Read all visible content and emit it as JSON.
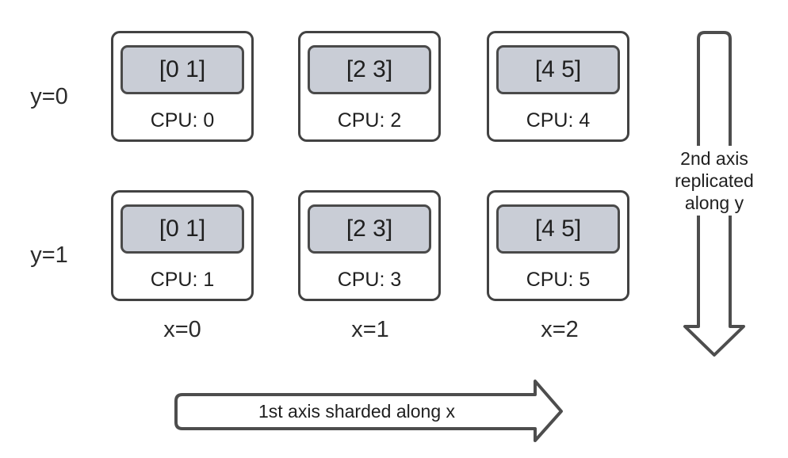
{
  "diagram": {
    "grid": {
      "row_labels": [
        "y=0",
        "y=1"
      ],
      "col_labels": [
        "x=0",
        "x=1",
        "x=2"
      ],
      "cells": [
        {
          "value": "[0 1]",
          "cpu": "CPU: 0"
        },
        {
          "value": "[2 3]",
          "cpu": "CPU: 2"
        },
        {
          "value": "[4 5]",
          "cpu": "CPU: 4"
        },
        {
          "value": "[0 1]",
          "cpu": "CPU: 1"
        },
        {
          "value": "[2 3]",
          "cpu": "CPU: 3"
        },
        {
          "value": "[4 5]",
          "cpu": "CPU: 5"
        }
      ]
    },
    "arrows": {
      "vertical": {
        "lines": [
          "2nd axis",
          "replicated",
          "along y"
        ]
      },
      "horizontal": {
        "label": "1st axis sharded along x"
      }
    },
    "colors": {
      "shard_fill": "#c9cdd6",
      "box_outline": "#424242",
      "arrow_outline": "#4d4d4d",
      "text": "#1f1f1f"
    }
  }
}
